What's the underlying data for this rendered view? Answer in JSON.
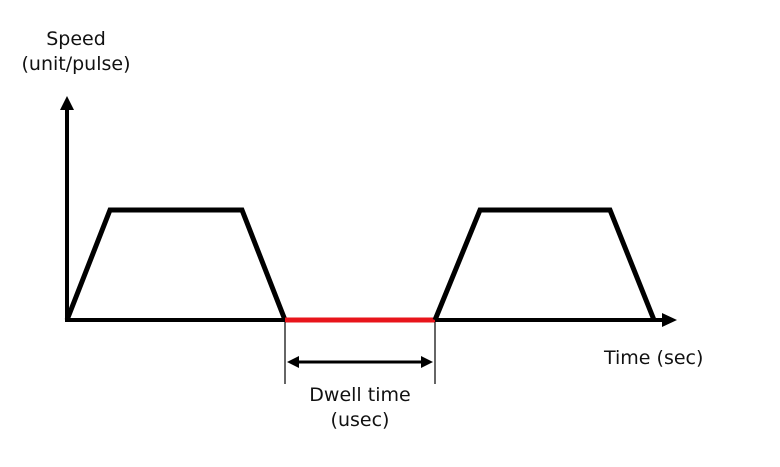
{
  "labels": {
    "y_axis_line1": "Speed",
    "y_axis_line2": "(unit/pulse)",
    "x_axis": "Time (sec)",
    "dwell_line1": "Dwell time",
    "dwell_line2": "(usec)"
  },
  "colors": {
    "profile": "#000000",
    "dwell": "#e8141b",
    "axis": "#000000"
  }
}
